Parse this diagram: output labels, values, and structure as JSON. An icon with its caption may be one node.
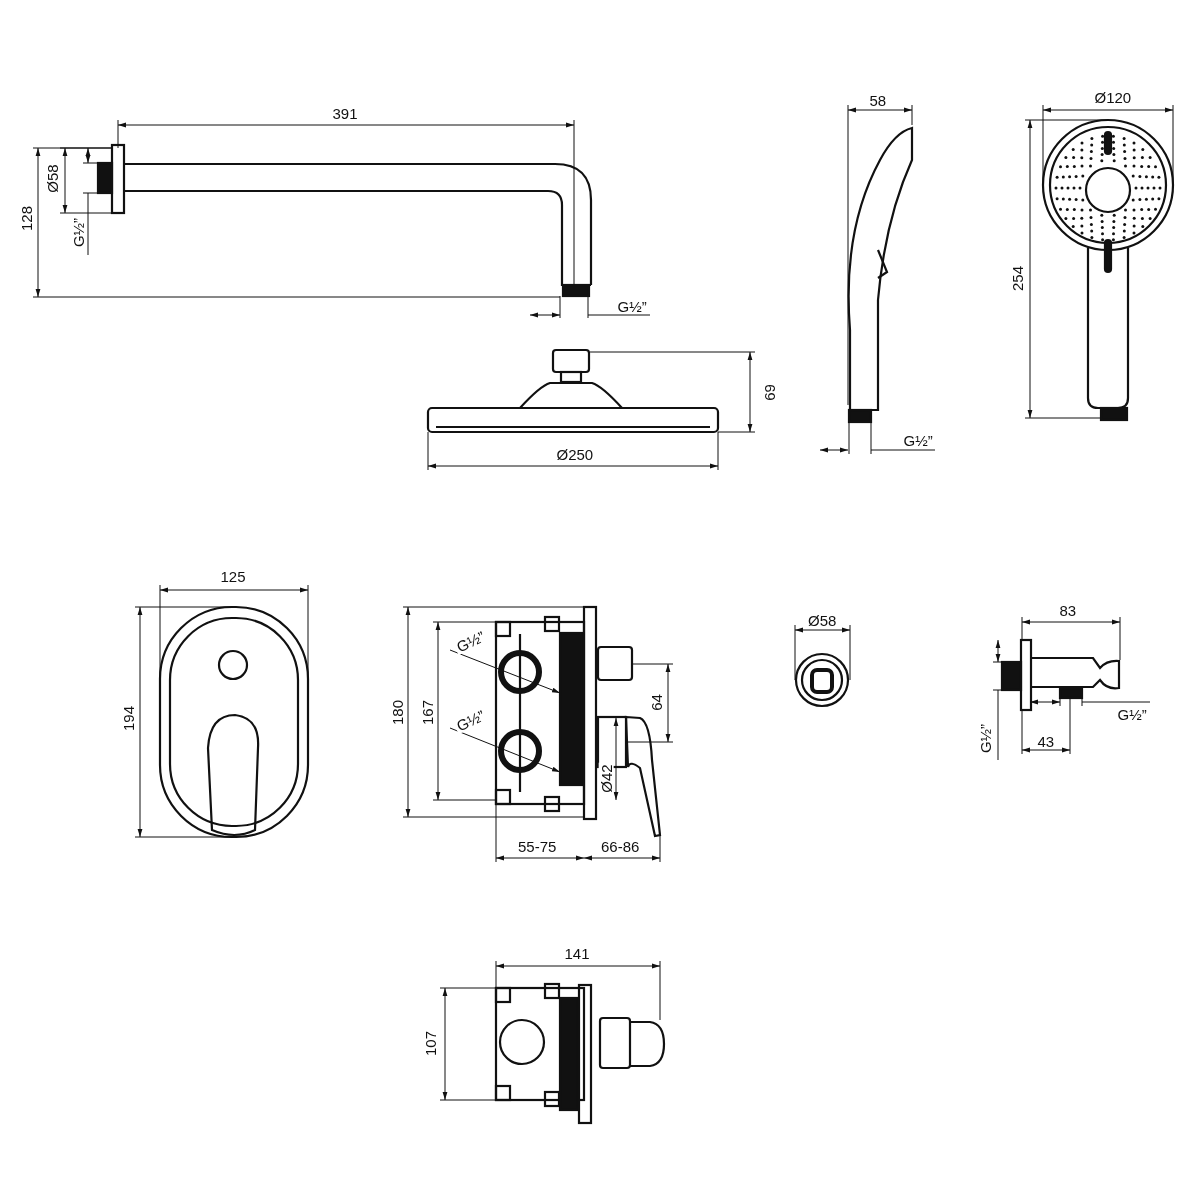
{
  "diagram": {
    "labels": [
      "391",
      "Ø58",
      "128",
      "G½”",
      "G½”",
      "58",
      "Ø120",
      "254",
      "69",
      "Ø250",
      "G½”",
      "125",
      "194",
      "180",
      "167",
      "G½”",
      "G½”",
      "64",
      "Ø42",
      "55-75",
      "66-86",
      "Ø58",
      "83",
      "G½”",
      "G½”",
      "43",
      "141",
      "107"
    ]
  }
}
